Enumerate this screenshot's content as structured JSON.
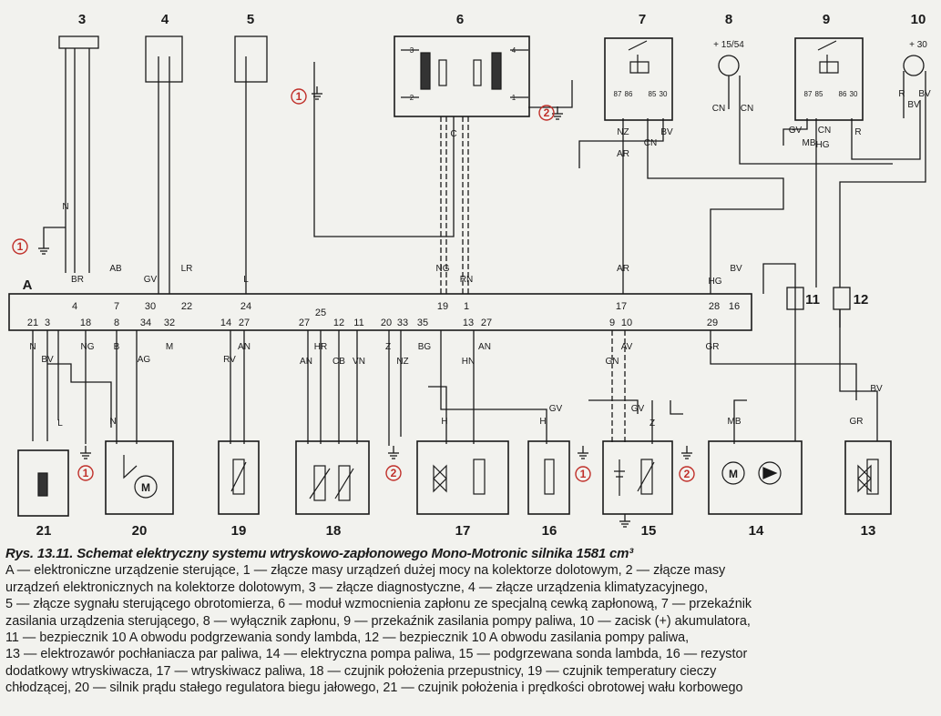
{
  "component_numbers": {
    "n3": "3",
    "n4": "4",
    "n5": "5",
    "n6": "6",
    "n7": "7",
    "n8": "8",
    "n9": "9",
    "n10": "10",
    "n11": "11",
    "n12": "12",
    "n13": "13",
    "n14": "14",
    "n15": "15",
    "n16": "16",
    "n17": "17",
    "n18": "18",
    "n19": "19",
    "n20": "20",
    "n21": "21"
  },
  "ground_markers": {
    "g1": "1",
    "g2": "2"
  },
  "supply_labels": {
    "s8": "+ 15/54",
    "s10": "+ 30"
  },
  "ecu_label": "A",
  "pins_top": [
    "4",
    "7",
    "30",
    "22",
    "24",
    "19",
    "1",
    "17",
    "28",
    "16"
  ],
  "pins_bottom": [
    "21",
    "3",
    "18",
    "8",
    "34",
    "32",
    "14",
    "27",
    "27",
    "25",
    "12",
    "11",
    "20",
    "33",
    "35",
    "13",
    "27",
    "9",
    "10",
    "29"
  ],
  "wire_codes_top": {
    "n": "N",
    "br": "BR",
    "ab": "AB",
    "gv": "GV",
    "lr": "LR",
    "l": "L",
    "ng": "NG",
    "rn": "RN",
    "c": "C",
    "ar": "AR",
    "nz": "NZ",
    "bv": "BV",
    "cn": "CN",
    "hg": "HG",
    "r": "R",
    "mb": "MB"
  },
  "wire_codes_bottom": {
    "n": "N",
    "bv": "BV",
    "ng": "NG",
    "b": "B",
    "ag": "AG",
    "m": "M",
    "rv": "RV",
    "an": "AN",
    "hr": "HR",
    "cb": "CB",
    "vn": "VN",
    "z": "Z",
    "nz": "NZ",
    "bg": "BG",
    "hn": "HN",
    "gn": "GN",
    "av": "AV",
    "gr": "GR",
    "h": "H",
    "gv": "GV",
    "l": "L"
  },
  "relay_pins": [
    "87",
    "86",
    "85",
    "30"
  ],
  "connector6_pins": [
    "3",
    "4",
    "2",
    "1"
  ],
  "caption": {
    "title": "Rys. 13.11. Schemat elektryczny systemu wtryskowo-zapłonowego Mono-Motronic silnika 1581 cm³",
    "lines": [
      "A — elektroniczne urządzenie sterujące, 1 — złącze masy urządzeń dużej mocy na kolektorze dolotowym, 2 — złącze masy",
      "urządzeń elektronicznych na kolektorze dolotowym, 3 — złącze diagnostyczne, 4 — złącze urządzenia klimatyzacyjnego,",
      "5 — złącze sygnału sterującego obrotomierza, 6 — moduł wzmocnienia zapłonu ze specjalną cewką zapłonową, 7 — przekaźnik",
      "zasilania urządzenia sterującego, 8 — wyłącznik zapłonu, 9 — przekaźnik zasilania pompy paliwa, 10 — zacisk (+) akumulatora,",
      "11 — bezpiecznik 10 A obwodu podgrzewania sondy lambda, 12 — bezpiecznik 10 A obwodu zasilania pompy paliwa,",
      "13 — elektrozawór pochłaniacza par paliwa, 14 — elektryczna pompa paliwa, 15 — podgrzewana sonda lambda, 16 — rezystor",
      "dodatkowy wtryskiwacza, 17 — wtryskiwacz paliwa, 18 — czujnik położenia przepustnicy, 19 — czujnik temperatury cieczy",
      "chłodzącej, 20 — silnik prądu stałego regulatora biegu jałowego, 21 — czujnik położenia i prędkości obrotowej wału korbowego"
    ]
  }
}
